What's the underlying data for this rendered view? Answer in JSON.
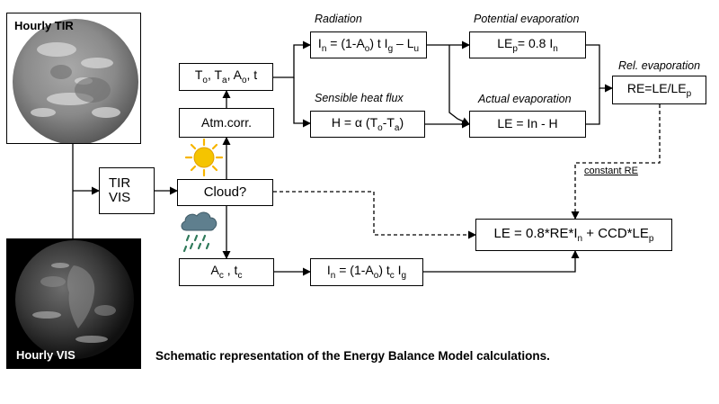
{
  "panels": {
    "tir_title": "Hourly TIR",
    "vis_title": "Hourly VIS"
  },
  "boxes": {
    "input": {
      "line1": "TIR",
      "line2": "VIS"
    },
    "cloud": "Cloud?",
    "atm_corr": "Atm.corr.",
    "params": {
      "t0": "T",
      "t0_sub": "o",
      "sep1": ", T",
      "ta_sub": "a",
      "sep2": ", A",
      "a0_sub": "o",
      "tail": ", t"
    },
    "radiation": {
      "p1": "I",
      "p1_sub": "n",
      "p2": " = (1-A",
      "p2_sub": "o",
      "p3": ") t I",
      "p3_sub": "g",
      "p4": " – L",
      "p4_sub": "u"
    },
    "sensible": {
      "p1": "H = α (T",
      "p1_sub": "o",
      "p2": "-T",
      "p2_sub": "a",
      "p3": ")"
    },
    "potential": {
      "p1": "LE",
      "p1_sub": "p",
      "p2": "= 0.8 I",
      "p2_sub": "n"
    },
    "actual": "LE = In - H",
    "relative": {
      "p1": "RE=LE/LE",
      "p1_sub": "p"
    },
    "cloudy_params": {
      "p1": "A",
      "p1_sub": "c",
      "p2": " , t",
      "p2_sub": "c"
    },
    "cloudy_rad": {
      "p1": "I",
      "p1_sub": "n",
      "p2": " = (1-A",
      "p2_sub": "o",
      "p3": ") t",
      "p3_sub": "c",
      "p4": " I",
      "p4_sub": "g"
    },
    "final": {
      "p1": "LE = 0.8*RE*I",
      "p1_sub": "n",
      "p2": " + CCD*LE",
      "p2_sub": "p"
    }
  },
  "labels": {
    "radiation": "Radiation",
    "sensible": "Sensible heat flux",
    "potential": "Potential evaporation",
    "actual": "Actual evaporation",
    "relative": "Rel. evaporation",
    "constant_re": "constant RE"
  },
  "caption": "Schematic representation of the Energy Balance Model calculations.",
  "colors": {
    "sun_core": "#f5c400",
    "sun_rays": "#f7b500",
    "cloud_fill": "#5f7f8e",
    "rain": "#2f7a5a",
    "globe_tir_bg": "#7a7a7a",
    "globe_vis_bg": "#1b1b1b"
  },
  "icons": [
    "globe-tir-image",
    "globe-vis-image",
    "sun-icon",
    "rain-cloud-icon"
  ]
}
